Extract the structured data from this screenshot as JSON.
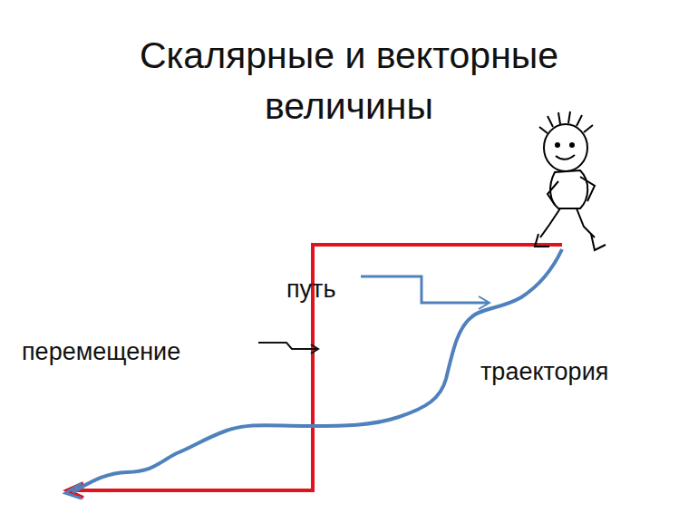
{
  "diagram": {
    "title": "Скалярные и векторные величины",
    "labels": [
      "путь",
      "перемещение",
      "траектория"
    ]
  }
}
